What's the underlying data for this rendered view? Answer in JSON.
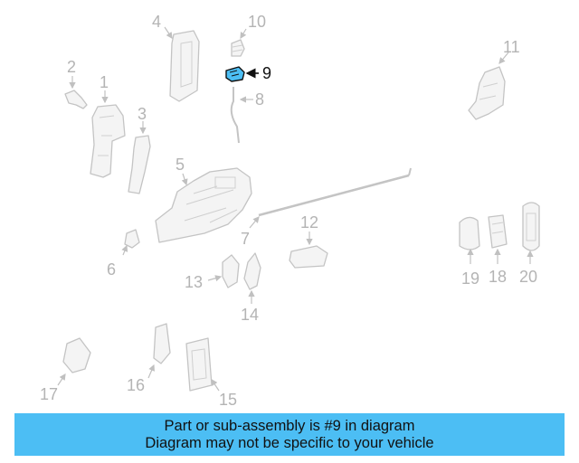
{
  "diagram": {
    "callouts": [
      "1",
      "2",
      "3",
      "4",
      "5",
      "6",
      "7",
      "8",
      "9",
      "10",
      "11",
      "12",
      "13",
      "14",
      "15",
      "16",
      "17",
      "18",
      "19",
      "20"
    ],
    "highlighted": "9",
    "colors": {
      "highlight": "#4cbef4",
      "banner": "#4cbef4",
      "parts": "#c4c4c4"
    }
  },
  "banner": {
    "line1": "Part or sub-assembly is #9 in diagram",
    "line2": "Diagram may not be specific to your vehicle"
  }
}
